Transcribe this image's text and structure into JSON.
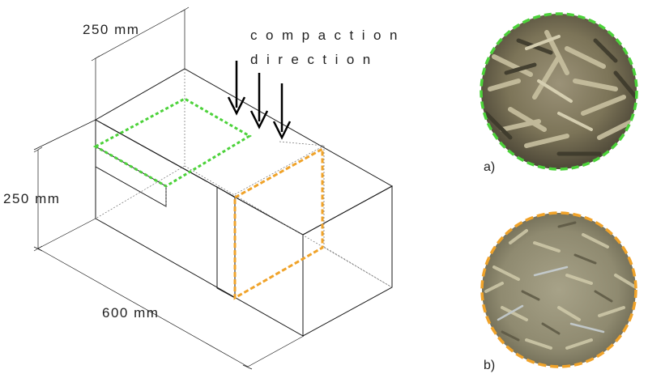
{
  "dimensions": {
    "width_label": "250 mm",
    "height_label": "250 mm",
    "length_label": "600 mm"
  },
  "compaction": {
    "line1": "compaction",
    "line2": "direction"
  },
  "samples": [
    {
      "label": "a)",
      "border_color": "#4cd23a"
    },
    {
      "label": "b)",
      "border_color": "#f0a32a"
    }
  ],
  "colors": {
    "block_top": "#d7d7d7",
    "block_front": "#c6c6c6",
    "block_side": "#bebebe",
    "slot_face": "#e6e6e6",
    "green_section": "#4cd23a",
    "orange_section": "#f0a32a"
  }
}
